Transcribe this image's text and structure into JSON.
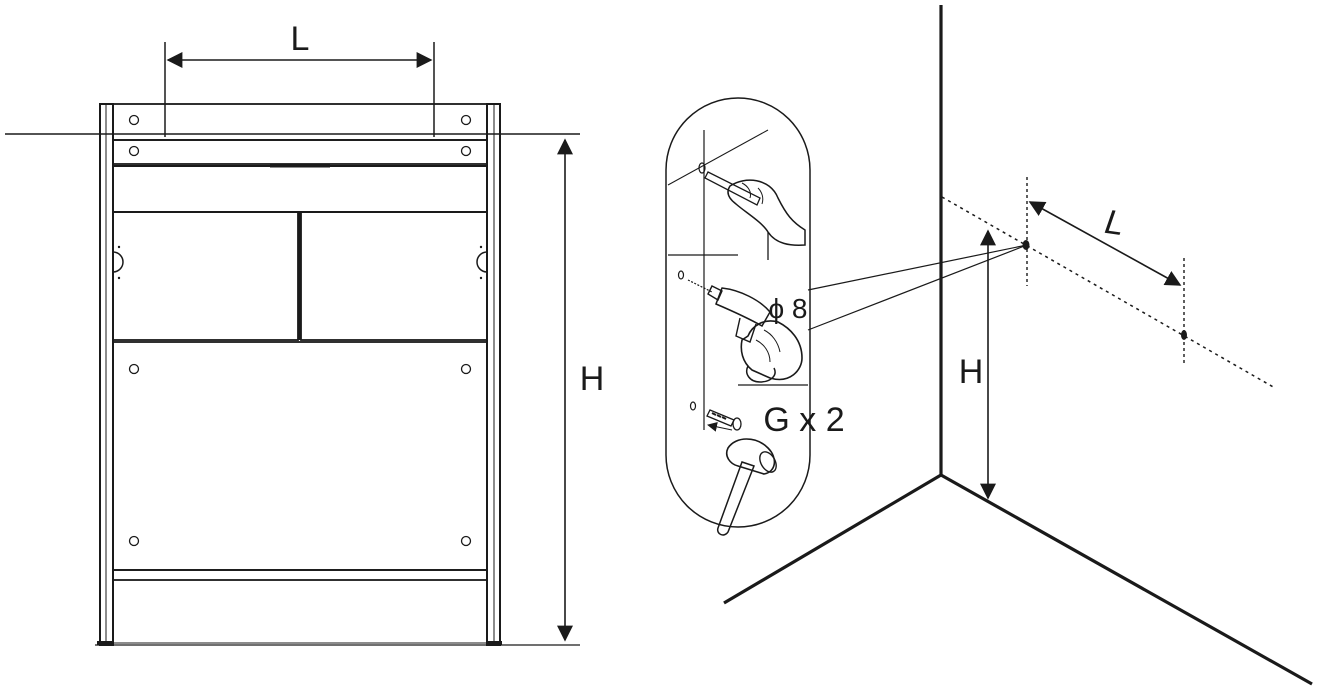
{
  "labels": {
    "cabinet_width": "L",
    "cabinet_height": "H",
    "drill_diameter": "ϕ 8",
    "anchor_count": "G x 2",
    "wall_spacing": "L",
    "wall_height": "H"
  },
  "colors": {
    "ink": "#1a1a1a",
    "background": "#ffffff"
  },
  "icons": [
    "pencil-icon",
    "drill-icon",
    "wall-plug-icon",
    "hammer-icon"
  ]
}
